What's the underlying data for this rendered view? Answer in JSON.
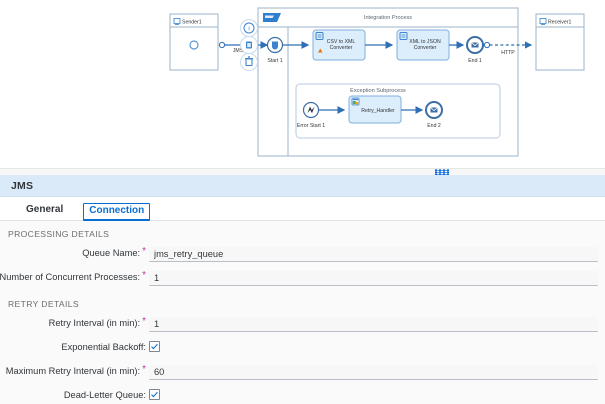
{
  "diagram": {
    "title": "Integration Process",
    "subprocess_title": "Exception Subprocess",
    "sender": {
      "name": "Sender1",
      "icon": "participant-icon"
    },
    "receiver": {
      "name": "Receiver1",
      "icon": "participant-icon"
    },
    "connections": {
      "sender_protocol": "JMS",
      "receiver_protocol": "HTTP"
    },
    "toolbar": {
      "info_label": "info-icon",
      "copy_label": "copy-icon",
      "delete_label": "delete-icon"
    },
    "nodes": [
      {
        "id": "start1",
        "label": "Start 1",
        "type": "start-event"
      },
      {
        "id": "csv2xml",
        "label": "CSV to XML\nConverter",
        "line1": "CSV to XML",
        "line2": "Converter",
        "type": "converter-task",
        "warning": true
      },
      {
        "id": "xml2json",
        "label": "XML to JSON\nConverter",
        "line1": "XML to JSON",
        "line2": "Converter",
        "type": "converter-task",
        "warning": false
      },
      {
        "id": "end1",
        "label": "End 1",
        "type": "end-event"
      }
    ],
    "subprocess_nodes": [
      {
        "id": "errstart1",
        "label": "Error Start 1",
        "type": "error-start-event"
      },
      {
        "id": "retry",
        "label": "Retry_Handler",
        "type": "script-task"
      },
      {
        "id": "end2",
        "label": "End 2",
        "type": "end-event"
      }
    ]
  },
  "panel": {
    "title": "JMS",
    "tabs": [
      {
        "id": "general",
        "label": "General",
        "active": false
      },
      {
        "id": "connection",
        "label": "Connection",
        "active": true
      }
    ],
    "sections": [
      {
        "id": "processing-details",
        "title": "PROCESSING DETAILS",
        "fields": [
          {
            "id": "queue-name",
            "label": "Queue Name:",
            "required": true,
            "type": "text",
            "value": "jms_retry_queue"
          },
          {
            "id": "concurrent-processes",
            "label": "Number of Concurrent Processes:",
            "required": true,
            "type": "text",
            "value": "1"
          }
        ]
      },
      {
        "id": "retry-details",
        "title": "RETRY DETAILS",
        "fields": [
          {
            "id": "retry-interval",
            "label": "Retry Interval (in min):",
            "required": true,
            "type": "text",
            "value": "1"
          },
          {
            "id": "exponential-backoff",
            "label": "Exponential Backoff:",
            "required": false,
            "type": "checkbox",
            "checked": true
          },
          {
            "id": "max-retry-interval",
            "label": "Maximum Retry Interval (in min):",
            "required": true,
            "type": "text",
            "value": "60"
          },
          {
            "id": "dead-letter-queue",
            "label": "Dead-Letter Queue:",
            "required": false,
            "type": "checkbox",
            "checked": true
          }
        ]
      }
    ]
  },
  "colors": {
    "accent": "#0a6ed1",
    "header_bg": "#daeaf9",
    "required": "#c0399f",
    "warning": "#e9730c",
    "node_fill": "#dcedfb"
  }
}
